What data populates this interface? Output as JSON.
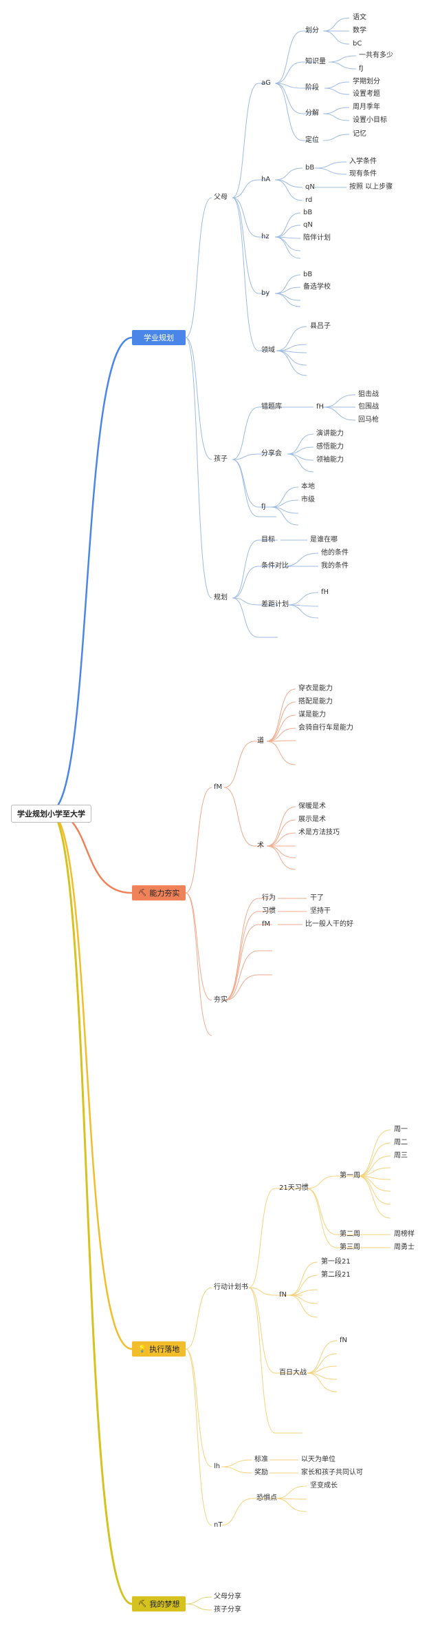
{
  "root": {
    "label": "学业规划小学至大学"
  },
  "colors": {
    "blue": "#4a86e8",
    "orange": "#f0825a",
    "yellow": "#f2bd2a",
    "gold": "#d6c21e"
  },
  "branches": [
    {
      "label": "学业规划",
      "icon": "",
      "color": "#4a86e8"
    },
    {
      "label": "能力夯实",
      "icon": "hammer-icon",
      "color": "#f0825a"
    },
    {
      "label": "执行落地",
      "icon": "lightbulb-icon",
      "color": "#f2bd2a"
    },
    {
      "label": "我的梦想",
      "icon": "hammer-icon",
      "color": "#d6c21e"
    }
  ],
  "nodes": {
    "b1": {
      "parents": "父母",
      "child": "孩子",
      "plan": "规划",
      "aG": "aG",
      "hA": "hA",
      "hz": "hz",
      "by": "by",
      "lingyu": "领域",
      "huafen": "划分",
      "zhishi": "知识量",
      "jieduan": "阶段",
      "fenjie": "分解",
      "dingwei": "定位",
      "yuwen": "语文",
      "shuxue": "数学",
      "bC": "bC",
      "yigong": "一共有多少",
      "fJ1": "fJ",
      "xueqi": "学期划分",
      "kaodian": "设置考题",
      "zhouyue": "周月季年",
      "xiaomubiao": "设置小目标",
      "jiyi": "记忆",
      "hA_bB": "bB",
      "hA_qN": "qN",
      "hA_rd": "rd",
      "ruxue": "入学条件",
      "xianyou": "现有条件",
      "anzhao": "按照 以上步骤",
      "hz_bB": "bB",
      "hz_qN": "qN",
      "peiban": "陪伴计划",
      "by_bB": "bB",
      "beixuan": "备选学校",
      "xian": "县吕子",
      "cuoti": "错题库",
      "fenxiang": "分享会",
      "fJ2": "fJ",
      "fH1": "fH",
      "jianji": "狙击战",
      "baowei": "包围战",
      "huima": "回马枪",
      "yanjiang": "演讲能力",
      "ganwu": "感悟能力",
      "lingxiu": "领袖能力",
      "bendi": "本地",
      "shiji": "市级",
      "mubiao": "目标",
      "duibi": "条件对比",
      "chaju": "差距计划",
      "shidi": "是谁在哪",
      "tade": "他的条件",
      "wode": "我的条件",
      "fH2": "fH"
    },
    "b2": {
      "fM": "fM",
      "hangshi": "夯实",
      "dao": "道",
      "shu": "术",
      "chuanyi": "穿衣是能力",
      "dapei": "搭配是能力",
      "tuli": "谋是能力",
      "zixingche": "会骑自行车是能力",
      "baonuan": "保暖是术",
      "zhanshi": "展示是术",
      "fangfa": "术是方法技巧",
      "xingwei": "行为",
      "xiguan": "习惯",
      "fM2": "fM",
      "ganle": "干了",
      "jianchi": "坚持干",
      "bibanren": "比一般人干的好"
    },
    "b3": {
      "xingdong": "行动计划书",
      "lh": "lh",
      "nT": "nT",
      "d21": "21天习惯",
      "fN1": "fN",
      "bairi": "百日大战",
      "diyizhou": "第一周",
      "dierzhou": "第二周",
      "disanzhou": "第三周",
      "zhou1": "周一",
      "zhou2": "周二",
      "zhou3": "周三",
      "zhoubang": "周榜样",
      "zhouyong": "周勇士",
      "duan1": "第一段21",
      "duan2": "第二段21",
      "fN2": "fN",
      "biaozhun": "标准",
      "jiangli": "奖励",
      "yitian": "以天为单位",
      "renke": "家长和孩子共同认可",
      "kongju": "恐惧点",
      "jianbian": "坚变成长"
    },
    "b4": {
      "fumu": "父母分享",
      "haizi": "孩子分享"
    }
  }
}
